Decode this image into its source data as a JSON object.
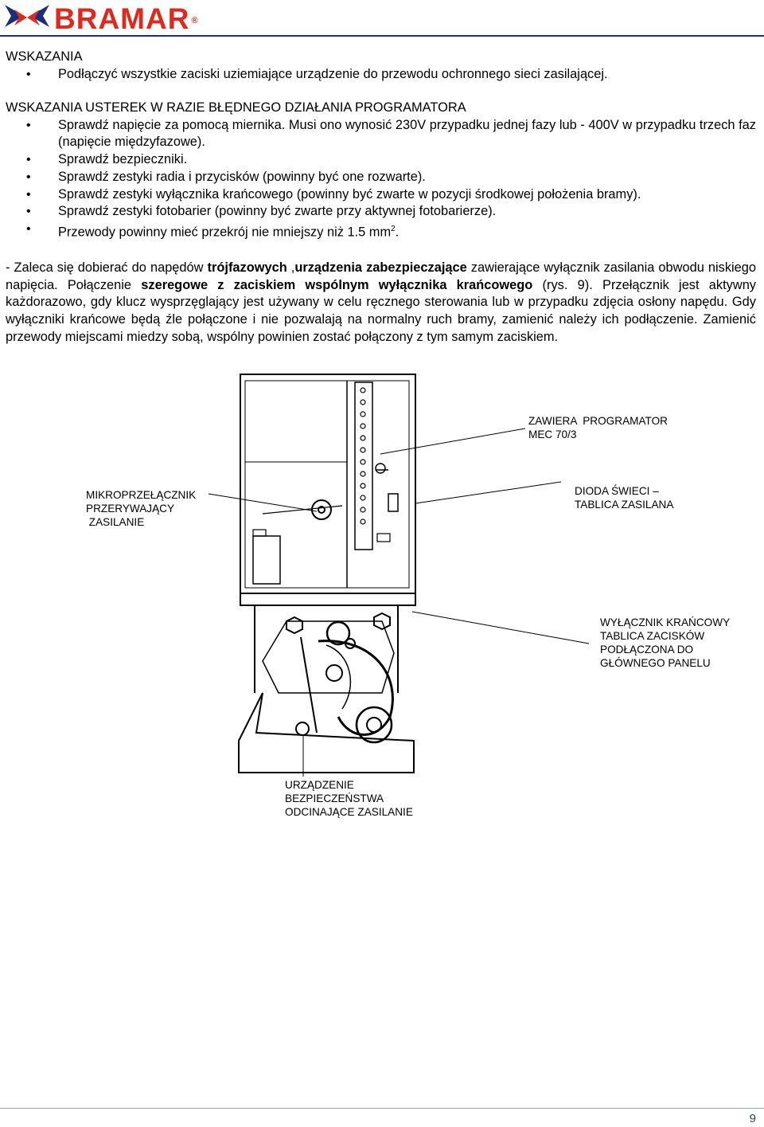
{
  "header": {
    "brand": "BRAMAR",
    "registered": "®",
    "colors": {
      "brand_red": "#e0291e",
      "brand_navy": "#1a2f7a"
    }
  },
  "section1": {
    "heading": "WSKAZANIA",
    "bullets": [
      "Podłączyć wszystkie zaciski uziemiające urządzenie do przewodu ochronnego sieci zasilającej."
    ]
  },
  "section2": {
    "heading": "WSKAZANIA USTEREK W RAZIE BŁĘDNEGO DZIAŁANIA PROGRAMATORA",
    "bullets": [
      "Sprawdź napięcie za pomocą miernika. Musi ono wynosić 230V przypadku jednej fazy lub - 400V w przypadku trzech faz (napięcie międzyfazowe).",
      "Sprawdź bezpieczniki.",
      "Sprawdź zestyki radia i przycisków (powinny być one rozwarte).",
      "Sprawdź zestyki wyłącznika krańcowego (powinny być zwarte w pozycji środkowej położenia bramy).",
      "Sprawdź zestyki fotobarier (powinny być zwarte przy aktywnej fotobarierze)."
    ],
    "last_bullet_prefix": "Przewody powinny mieć przekrój nie mniejszy niż 1.5 mm",
    "last_bullet_sup": "2",
    "last_bullet_suffix": "."
  },
  "paragraph": {
    "p1": "- Zaleca się dobierać do napędów ",
    "b1": "trójfazowych",
    "p2": " ,",
    "b2": "urządzenia zabezpieczające",
    "p3": " zawierające wyłącznik zasilania obwodu niskiego napięcia. Połączenie ",
    "b3": "szeregowe z zaciskiem wspólnym wyłącznika krańcowego",
    "p4": " (rys. 9). Przełącznik jest aktywny każdorazowo, gdy klucz wysprzęglający jest używany w celu ręcznego sterowania lub w przypadku zdjęcia osłony napędu. Gdy wyłączniki krańcowe będą źle połączone i nie pozwalają na normalny ruch bramy, zamienić należy ich podłączenie. Zamienić przewody miejscami miedzy sobą,  wspólny powinien zostać połączony z tym samym zaciskiem."
  },
  "diagram": {
    "labels": {
      "programmer": "ZAWIERA  PROGRAMATOR\nMEC 70/3",
      "microswitch": "MIKROPRZEŁĄCZNIK\nPRZERYWAJĄCY\n ZASILANIE",
      "diode": "DIODA ŚWIECI –\nTABLICA ZASILANA",
      "limit_switch": "WYŁĄCZNIK KRAŃCOWY\nTABLICA ZACISKÓW\nPODŁĄCZONA DO\nGŁÓWNEGO PANELU",
      "safety_device": "URZĄDZENIE\nBEZPIECZEŃSTWA\nODCINAJĄCE ZASILANIE"
    }
  },
  "footer": {
    "page_number": "9"
  }
}
